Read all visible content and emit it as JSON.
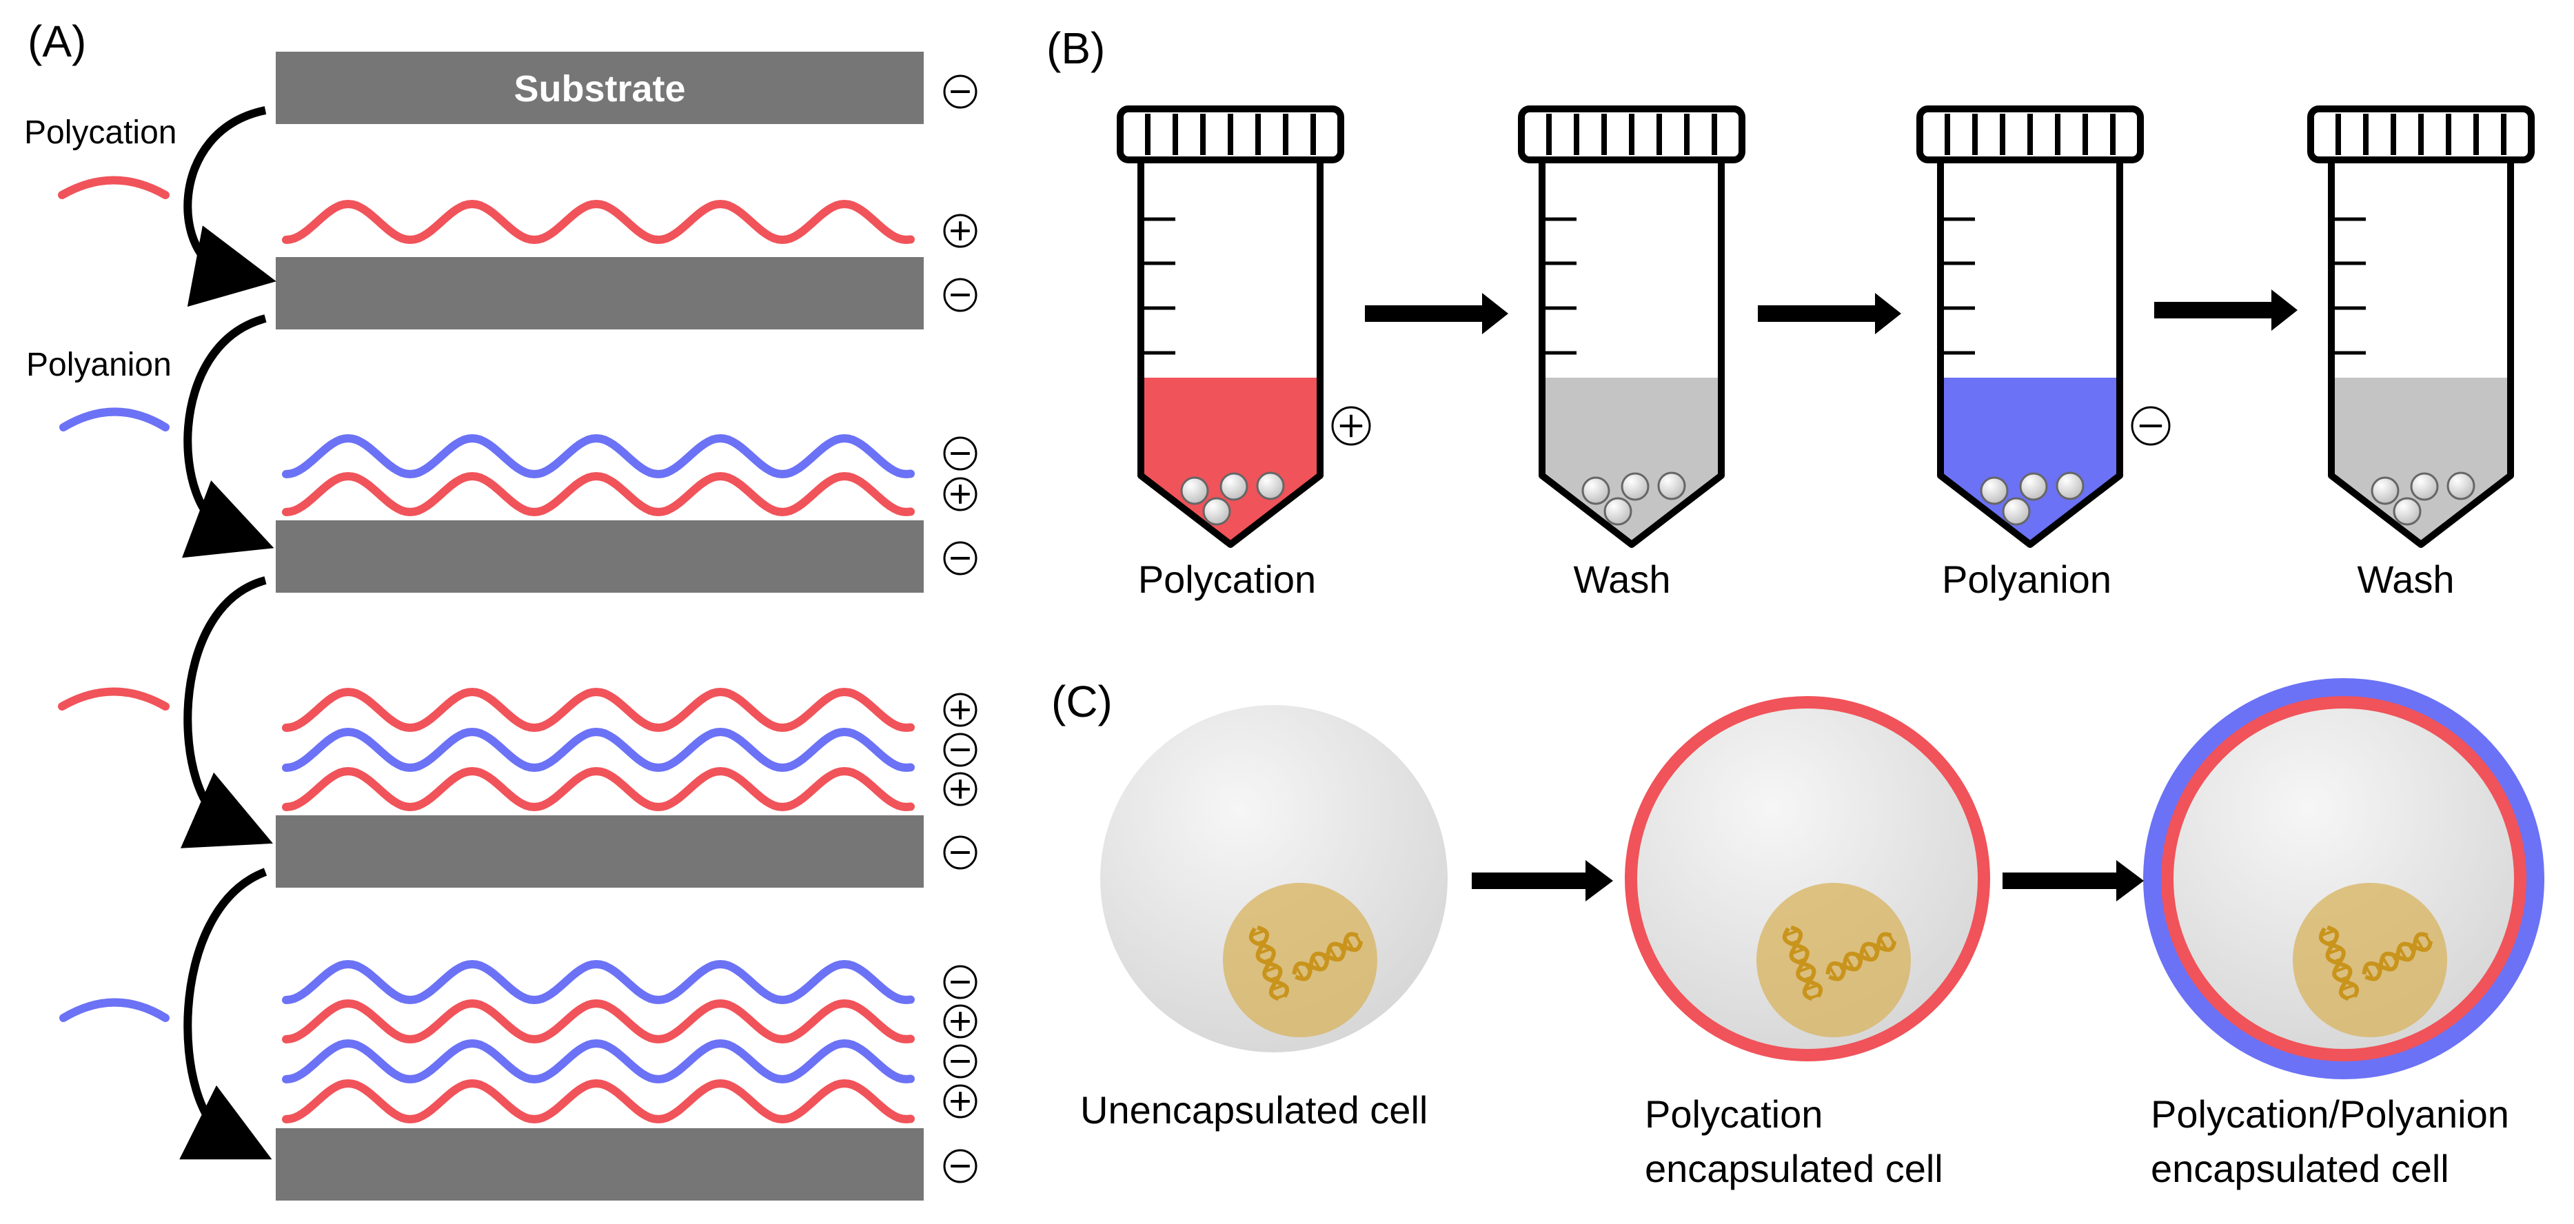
{
  "panels": {
    "a": {
      "label": "(A)"
    },
    "b": {
      "label": "(B)"
    },
    "c": {
      "label": "(C)"
    }
  },
  "panel_a": {
    "substrate_label": "Substrate",
    "polycation_label": "Polycation",
    "polyanion_label": "Polyanion"
  },
  "panel_b": {
    "steps": [
      "Polycation",
      "Wash",
      "Polyanion",
      "Wash"
    ]
  },
  "panel_c": {
    "cells": [
      {
        "line1": "Unencapsulated cell",
        "line2": ""
      },
      {
        "line1": "Polycation",
        "line2": "encapsulated cell"
      },
      {
        "line1": "Polycation/Polyanion",
        "line2": "encapsulated cell"
      }
    ]
  },
  "colors": {
    "polycation": "#f05359",
    "polyanion": "#6b72f5",
    "substrate": "#767676",
    "wash": "#c4c4c4",
    "nucleus": "#d8b35e",
    "dna": "#c9941c"
  },
  "icons": {
    "positive": "circled-plus",
    "negative": "circled-minus"
  }
}
